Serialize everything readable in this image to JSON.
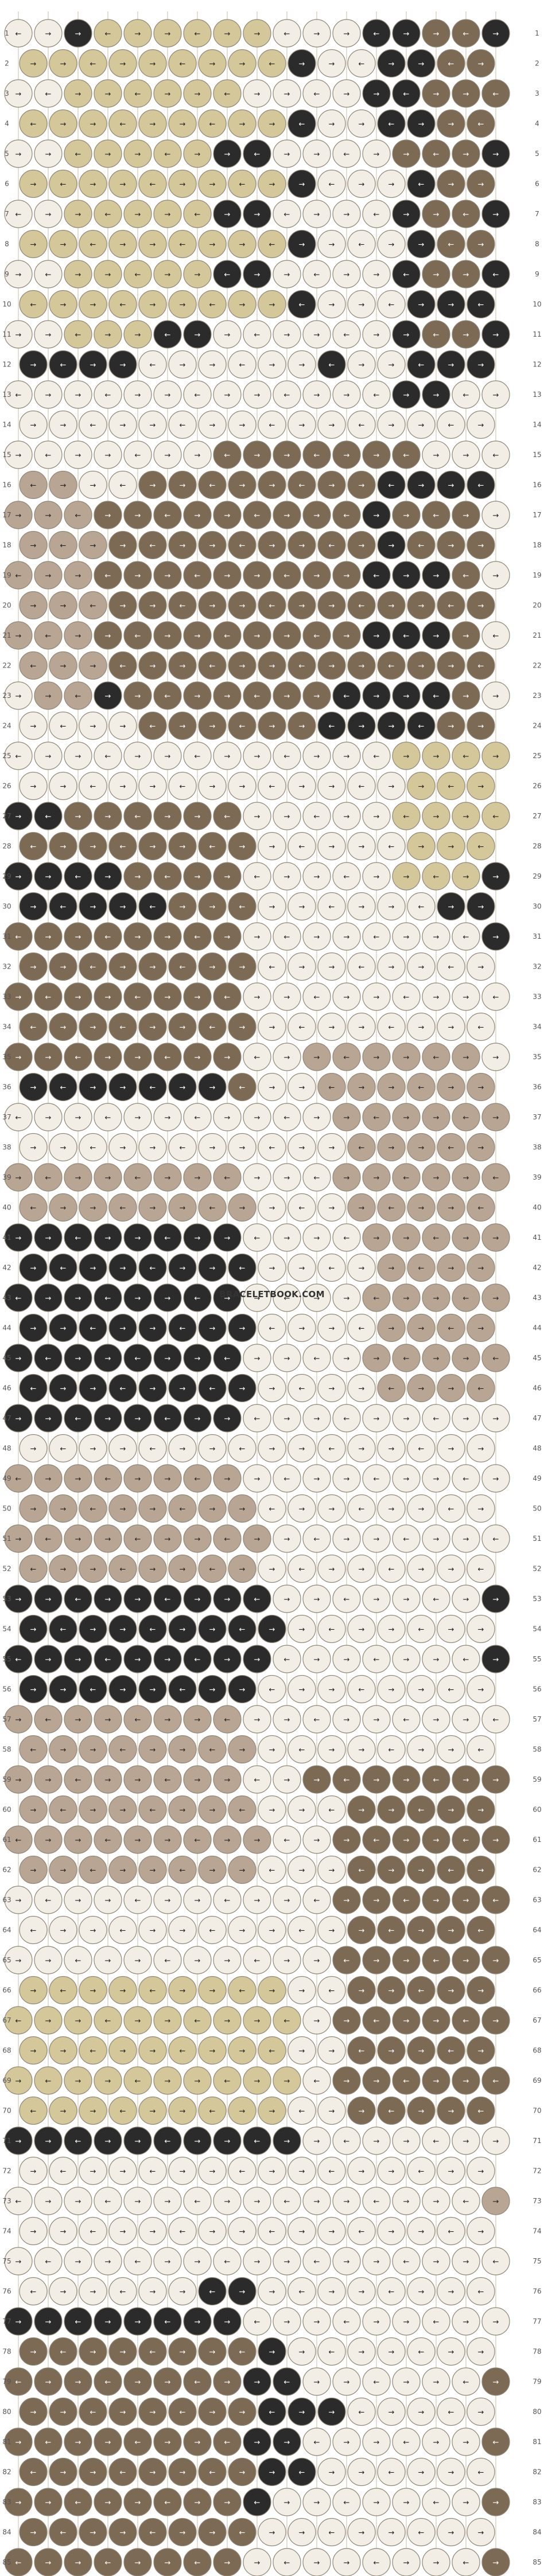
{
  "pattern": {
    "rows": 85,
    "strings": 16,
    "watermark": "BRACELETBOOK.COM",
    "arrows": {
      "left": "←",
      "right": "→"
    },
    "colors": {
      "A": "#d4c79a",
      "B": "#2c2b2b",
      "C": "#f2eee6",
      "D": "#7d6a55",
      "E": "#b9a594"
    },
    "color_names": {
      "A": "sand",
      "B": "charcoal",
      "C": "off-white",
      "D": "brown",
      "E": "taupe"
    },
    "knot_rows": [
      "CCBAAAAAACCCBBDDB",
      "AAAAAAAAABCCBBDD",
      "CCAAAAAACCCCBBDDD",
      "AAAAAAAAABCCBBDD",
      "CCAAAAABBCCCCDDDB",
      "AAAAAAAAABCCCBDD",
      "CCAAAAABBCCCCBDDB",
      "AAAAAAAAABCCCBDD",
      "CCAAAAABBCCCCBDDB",
      "AAAAAAAAABCCCBBB",
      "CCAAABBCCCCCCBDDB",
      "BBBBCCCCCCBCCBBB",
      "CCCCCCCCCCCCCBBCC",
      "CCCCCCCCCCCCCCCC",
      "CCCCCCCDDDDDDDCCC",
      "EECCDDDDDDDDBBBB",
      "EEEDDDDDDDDDBDDDC",
      "EEEDDDDDDDDDBDDD",
      "EEEDDDDDDDDDBBBDC",
      "EEEDDDDDDDDDDDDD",
      "EEEDDDDDDDDDBBBDC",
      "EEEDDDDDDDDDDDDD",
      "CEEBDDDDDDDBBBBDC",
      "CCCCDDDDDDBBBBDD",
      "CCCCCCCCCCCCCAAAA",
      "CCCCCCCCCCCCCAAA",
      "BBDDDDDDCCCCCAAAA",
      "DDDDDDDDCCCCCAAA",
      "BBBBDDDDCCCCCAAAB",
      "BBBBBDDDCCCCCCBB",
      "DDDDDDDDCCCCCCCCB",
      "DDDDDDDDCCCCCCCC",
      "DDDDDDDDCCCCCCCCC",
      "DDDDDDDDCCCCCCCC",
      "DDDDDDDDCCEEEEEEC",
      "BBBBBBBDCCEEEEEE",
      "CCCCCCCCCCCEEEEEE",
      "CCCCCCCCCCCEEEEE",
      "EEEEEEEECCCEEEEEE",
      "EEEEEEEECCCEEEEE",
      "BBBBBBBBCCCCEEEEE",
      "BBBBBBBBCCCCEEEE",
      "BBBBBBBBCCCCEEEEE",
      "BBBBBBBBCCCCEEEE",
      "BBBBBBBBCCCCEEEEE",
      "BBBBBBBBCCCCEEEE",
      "BBBBBBBBCCCCCCCCC",
      "CCCCCCCCCCCCCCCC",
      "EEEEEEEECCCCCCCCC",
      "EEEEEEEECCCCCCCC",
      "EEEEEEEEECCCCCCCC",
      "EEEEEEEECCCCCCCC",
      "BBBBBBBBBCCCCCCCB",
      "BBBBBBBBBCCCCCCC",
      "BBBBBBBBBCCCCCCCB",
      "BBBBBBBBCCCCCCCC",
      "EEEEEEEECCCCCCCCC",
      "EEEEEEEECCCCCCCC",
      "EEEEEEEECCDDDDDDD",
      "EEEEEEEECCCDDDDD",
      "EEEEEEEEECCDDDDDD",
      "EEEEEEEECCCDDDDD",
      "CCCCCCCCCCCDDDDDD",
      "CCCCCCCCCCCDDDDD",
      "CCCCCCCCCCCDDDDDD",
      "AAAAAAAAACCDDDDD",
      "AAAAAAAAAACDDDDDD",
      "AAAAAAAAACCDDDDD",
      "AAAAAAAAAACDDDDDD",
      "AAAAAAAAACCDDDDD",
      "BBBBBBBBBBCCCCCCC",
      "CCCCCCCCCCCCCCCC",
      "CCCCCCCCCCCCCCCCE",
      "CCCCCCCCCCCCCCCC",
      "CCCCCCCCCCCCCCCCC",
      "CCCCCCBBCCCCCCCC",
      "BBBBBBBBCCCCCCCCC",
      "DDDDDDDDBCCCCCCC",
      "DDDDDDDDBBCCCCCCD",
      "DDDDDDDDBBBCCCCC",
      "DDDDDDDDBBCCCCCCD",
      "DDDDDDDDBBCCCCCC",
      "DDDDDDDDBCCCCCCCD",
      "DDDDDDDDCCCCCCCC",
      "DDDDDDDDCCCCCCCCD"
    ]
  }
}
